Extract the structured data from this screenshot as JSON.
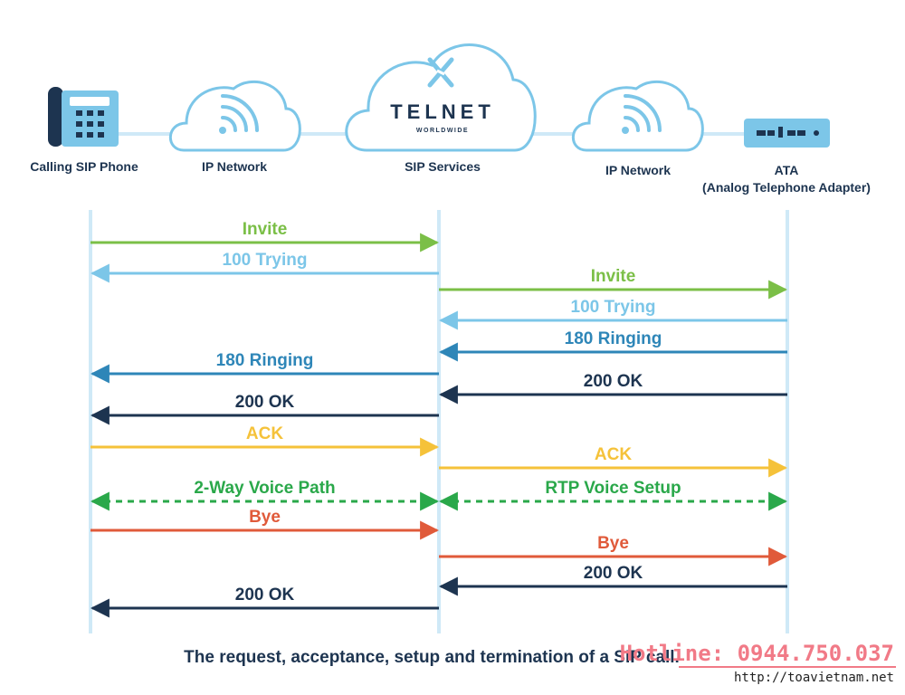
{
  "nodes": [
    {
      "id": "phone",
      "label": "Calling SIP Phone"
    },
    {
      "id": "net1",
      "label": "IP Network"
    },
    {
      "id": "sip",
      "label": "SIP Services"
    },
    {
      "id": "net2",
      "label": "IP Network"
    },
    {
      "id": "ata",
      "label": "ATA",
      "sublabel": "(Analog Telephone Adapter)"
    }
  ],
  "brand": {
    "name": "TELNET",
    "tagline": "WORLDWIDE"
  },
  "messages": [
    {
      "label": "Invite",
      "from": "phone",
      "to": "sip",
      "color": "#7bbf47"
    },
    {
      "label": "100 Trying",
      "from": "sip",
      "to": "phone",
      "color": "#7cc6e8"
    },
    {
      "label": "Invite",
      "from": "sip",
      "to": "ata",
      "color": "#7bbf47"
    },
    {
      "label": "100 Trying",
      "from": "ata",
      "to": "sip",
      "color": "#7cc6e8"
    },
    {
      "label": "180 Ringing",
      "from": "ata",
      "to": "sip",
      "color": "#2e86b8"
    },
    {
      "label": "180 Ringing",
      "from": "sip",
      "to": "phone",
      "color": "#2e86b8"
    },
    {
      "label": "200 OK",
      "from": "ata",
      "to": "sip",
      "color": "#1d3450"
    },
    {
      "label": "200 OK",
      "from": "sip",
      "to": "phone",
      "color": "#1d3450"
    },
    {
      "label": "ACK",
      "from": "phone",
      "to": "sip",
      "color": "#f5c23a"
    },
    {
      "label": "ACK",
      "from": "sip",
      "to": "ata",
      "color": "#f5c23a"
    },
    {
      "label": "2-Way Voice Path",
      "from": "phone",
      "to": "sip",
      "color": "#2aa84a"
    },
    {
      "label": "RTP Voice Setup",
      "from": "sip",
      "to": "ata",
      "color": "#2aa84a"
    },
    {
      "label": "Bye",
      "from": "phone",
      "to": "sip",
      "color": "#e05a3a"
    },
    {
      "label": "Bye",
      "from": "sip",
      "to": "ata",
      "color": "#e05a3a"
    },
    {
      "label": "200 OK",
      "from": "ata",
      "to": "sip",
      "color": "#1d3450"
    },
    {
      "label": "200 OK",
      "from": "sip",
      "to": "phone",
      "color": "#1d3450"
    }
  ],
  "caption": "The request, acceptance, setup and termination of a SIP call.",
  "watermark": {
    "hotline": "Hotline: 0944.750.037",
    "website": "http://toavietnam.net"
  },
  "colors": {
    "navy": "#1d3450",
    "lifeline": "#cfe9f7",
    "cloud_fill": "#ffffff",
    "cloud_stroke": "#7cc6e8",
    "icon_blue": "#7cc6e8"
  }
}
